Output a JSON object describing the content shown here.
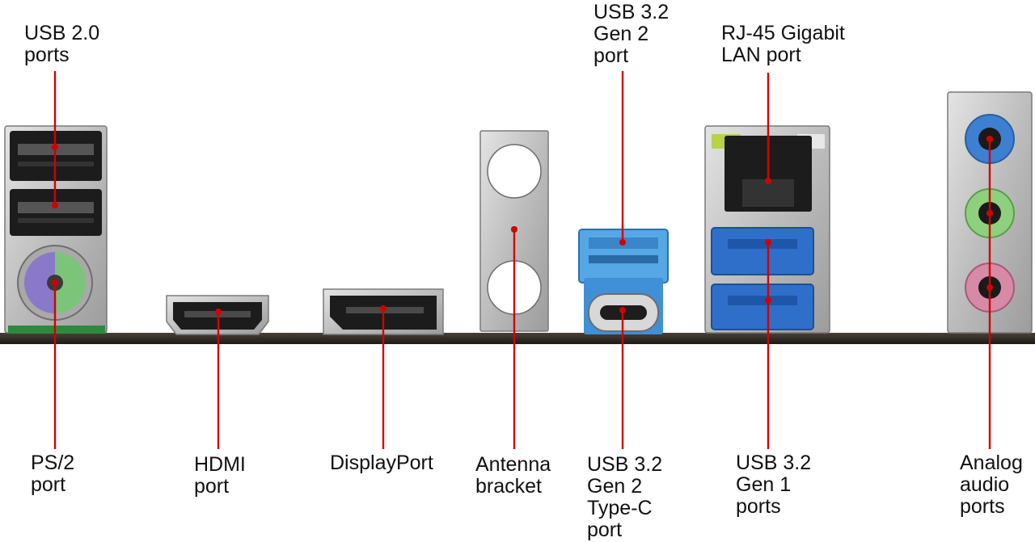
{
  "diagram": {
    "labels": {
      "usb20": "USB 2.0\nports",
      "usb32g2": "USB 3.2\nGen 2\nport",
      "rj45": "RJ-45 Gigabit\nLAN port",
      "ps2": "PS/2\nport",
      "hdmi": "HDMI\nport",
      "displayport": "DisplayPort",
      "antenna": "Antenna\nbracket",
      "usbc": "USB 3.2\nGen 2\nType-C\nport",
      "usb32g1": "USB 3.2\nGen 1\nports",
      "audio": "Analog\naudio\nports"
    },
    "colors": {
      "leader": "#d40000",
      "usb3_blue": "#2f6fc9",
      "usb32g2_lightblue": "#55a7e6",
      "ps2_purple": "#8a79c8",
      "ps2_green": "#7cc47a",
      "audio_blue": "#3d7fd1",
      "audio_green": "#8fd07f",
      "audio_pink": "#d68aa6",
      "pcb": "#2b2622"
    }
  }
}
